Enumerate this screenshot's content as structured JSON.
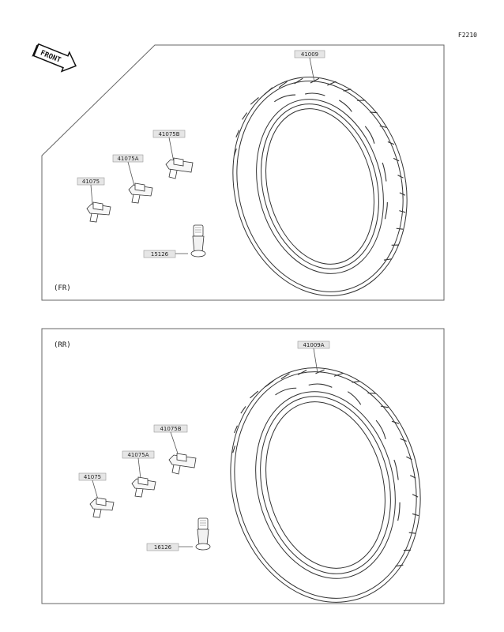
{
  "figure_code": "F2210",
  "front_label": "FRONT",
  "front_section": {
    "title": "(FR)",
    "tire_part": "41009",
    "weights": [
      "41075",
      "41075A",
      "41075B"
    ],
    "valve_part": "15126"
  },
  "rear_section": {
    "title": "(RR)",
    "tire_part": "41009A",
    "weights": [
      "41075",
      "41075A",
      "41075B"
    ],
    "valve_part": "16126"
  }
}
